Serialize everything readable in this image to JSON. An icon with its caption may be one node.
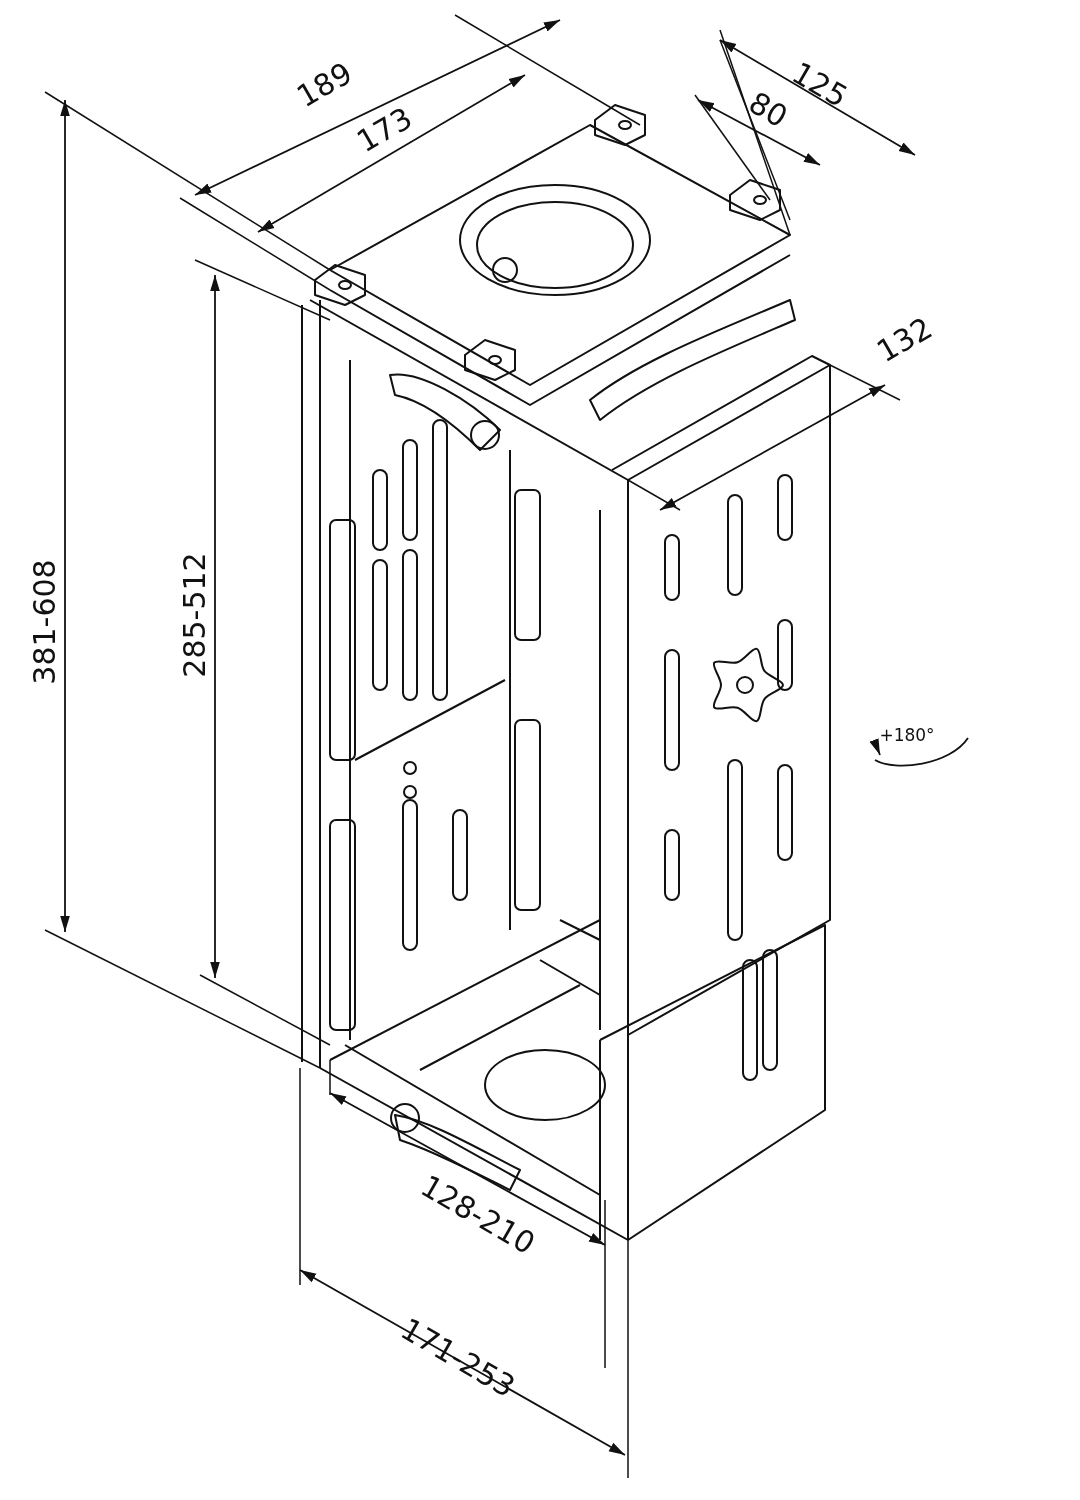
{
  "diagram": {
    "labels": [
      "189",
      "125",
      "173",
      "80",
      "132",
      "285-512",
      "381-608",
      "+180°",
      "128-210",
      "171-253"
    ]
  }
}
